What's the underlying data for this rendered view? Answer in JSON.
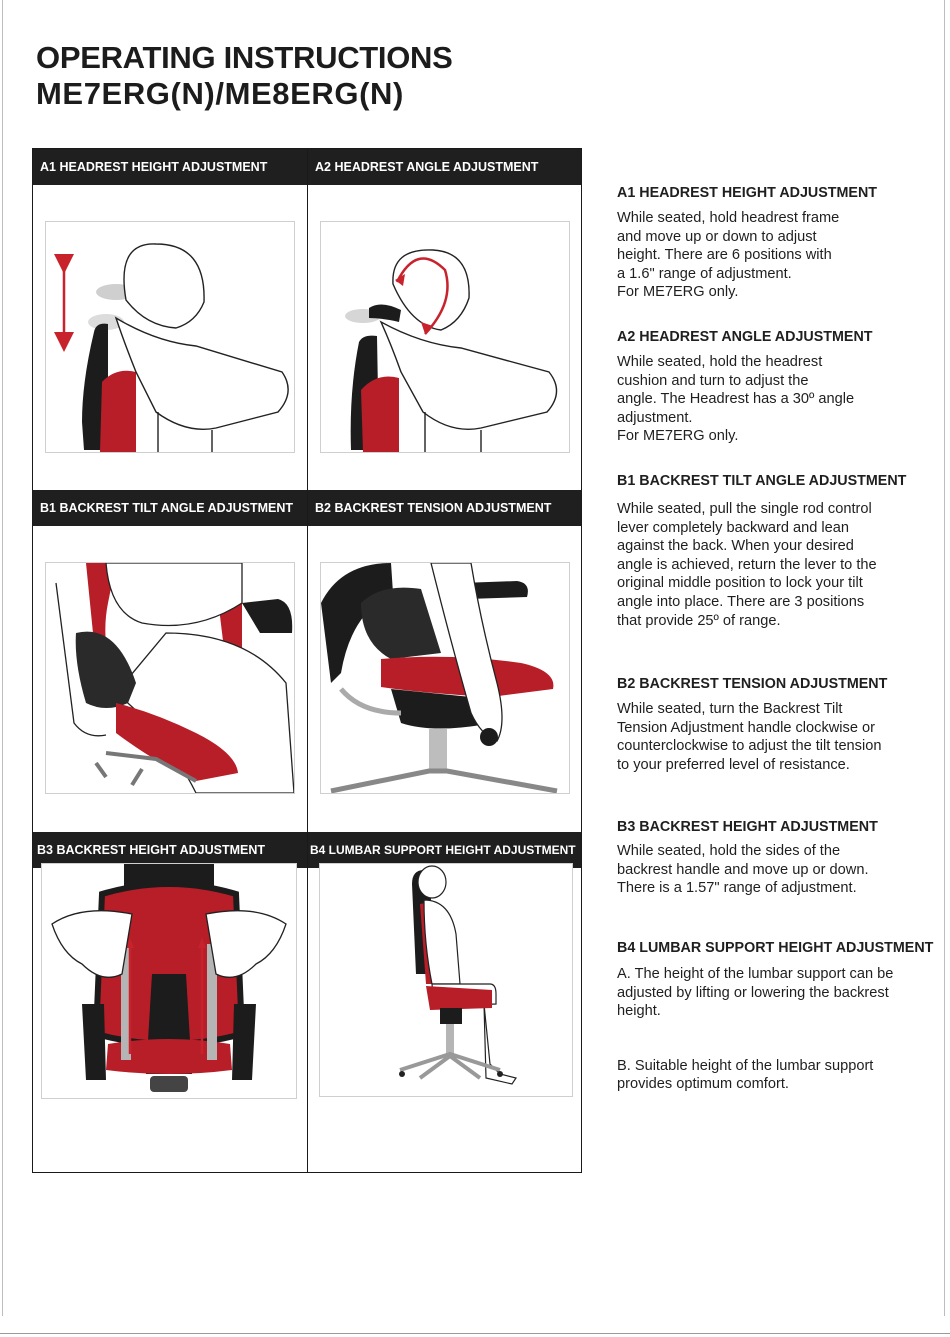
{
  "header": {
    "line1": "OPERATING INSTRUCTIONS",
    "line2": "ME7ERG(N)/ME8ERG(N)"
  },
  "panels": {
    "a1": {
      "label": "A1  HEADREST HEIGHT ADJUSTMENT"
    },
    "a2": {
      "label": "A2  HEADREST ANGLE ADJUSTMENT"
    },
    "b1": {
      "label": "B1  BACKREST TILT ANGLE ADJUSTMENT"
    },
    "b2": {
      "label": "B2  BACKREST TENSION ADJUSTMENT"
    },
    "b3": {
      "label": "B3  BACKREST HEIGHT ADJUSTMENT"
    },
    "b4": {
      "label": "B4  LUMBAR SUPPORT HEIGHT ADJUSTMENT"
    }
  },
  "instructions": {
    "a1": {
      "heading": "A1  HEADREST HEIGHT ADJUSTMENT",
      "lines": [
        "While seated, hold headrest frame",
        "and move up or down to adjust",
        "height. There are 6 positions with",
        "a 1.6\" range of adjustment.",
        "For ME7ERG only."
      ]
    },
    "a2": {
      "heading": "A2  HEADREST ANGLE ADJUSTMENT",
      "lines": [
        "While seated, hold the headrest",
        "cushion and turn to adjust the",
        "angle. The Headrest has a 30º angle",
        "adjustment.",
        "For ME7ERG only."
      ]
    },
    "b1": {
      "heading": "B1  BACKREST TILT ANGLE ADJUSTMENT",
      "lines": [
        "While seated, pull the single rod control",
        "lever completely backward and lean",
        "against the back.  When your desired",
        "angle is achieved, return the lever to the",
        "original middle position to lock your tilt",
        "angle into place. There are 3 positions",
        "that provide 25º of range."
      ]
    },
    "b2": {
      "heading": "B2  BACKREST TENSION ADJUSTMENT",
      "lines": [
        "While seated, turn the Backrest Tilt",
        "Tension Adjustment handle clockwise or",
        "counterclockwise to adjust the tilt tension",
        "to your preferred level of resistance."
      ]
    },
    "b3": {
      "heading": "B3  BACKREST HEIGHT ADJUSTMENT",
      "lines": [
        "While seated, hold the sides of the",
        "backrest handle and move up or down.",
        "There is a 1.57\" range of adjustment."
      ]
    },
    "b4": {
      "heading": "B4  LUMBAR SUPPORT HEIGHT ADJUSTMENT",
      "p1": [
        "A. The height of the lumbar support can be",
        "adjusted by lifting or lowering the backrest",
        "height."
      ],
      "p2": [
        "B. Suitable height of the lumbar support",
        "provides optimum comfort."
      ]
    }
  },
  "colors": {
    "accent": "#c8232c",
    "header_bar": "#1f1f1f",
    "mesh": "#b81e27"
  }
}
